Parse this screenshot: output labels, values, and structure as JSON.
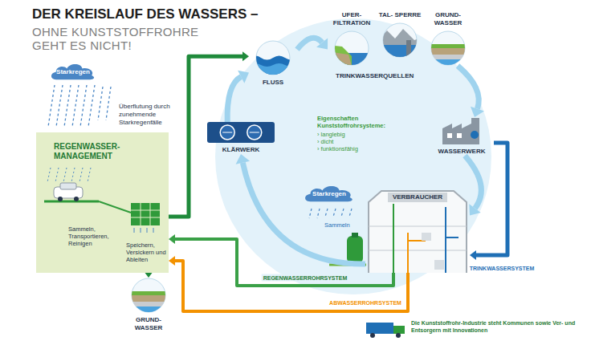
{
  "diagram": {
    "title": "DER KREISLAUF DES WASSERS –",
    "nodes": [
      {
        "text": [
          "Starkregen"
        ]
      },
      {
        "text": [
          "UFER- FILTRATION"
        ]
      },
      {
        "text": [
          "TAL- SPERRE"
        ]
      },
      {
        "text": [
          "GRUND- WASSER"
        ]
      },
      {
        "text": [
          "FLUSS"
        ]
      },
      {
        "text": [
          "REGENWASSER- MANAGEMENT",
          "Sammeln, Transportieren, Reinigen",
          "Speichern, Versickern und Ableiten"
        ]
      },
      {
        "text": [
          "KLÄRWERK"
        ]
      },
      {
        "text": [
          "WASSERWERK"
        ]
      },
      {
        "text": [
          "Starkregen"
        ]
      },
      {
        "text": [
          "VERBRAUCHER"
        ]
      },
      {
        "text": [
          "GRUND- WASSER"
        ]
      }
    ],
    "edges": [
      {
        "from": 5,
        "to": 4,
        "arrow": "to"
      },
      {
        "from": 9,
        "to": 5,
        "label": "REGENWASSERROHRSYSTEM",
        "arrow": "to"
      },
      {
        "from": 9,
        "to": 5,
        "label": "ABWASSERROHRSYSTEM",
        "arrow": "to"
      },
      {
        "from": 5,
        "to": 10,
        "arrow": "to"
      },
      {
        "from": 7,
        "to": 9,
        "label": "TRINKWASSERSYSTEM",
        "arrow": "to"
      },
      {
        "from": 4,
        "to": 1,
        "arrow": "to"
      },
      {
        "from": 3,
        "to": 7,
        "arrow": "to"
      },
      {
        "from": 7,
        "to": 9,
        "arrow": "to"
      },
      {
        "from": 9,
        "to": 6,
        "arrow": "to"
      },
      {
        "from": 6,
        "to": 4,
        "arrow": "to"
      }
    ],
    "labels": [
      "OHNE KUNSTSTOFFROHRE GEHT ES NICHT!",
      "Überflutung durch zunehmende Starkregenfälle",
      "TRINKWASSERQUELLEN",
      "Eigenschaften Kunststoffrohrsysteme:",
      "› langlebig",
      "› dicht",
      "› funktionsfähig",
      "Sammeln",
      "Die Kunststoffrohr-Industrie steht Kommunen sowie Ver- und Entsorgern mit Innovationen"
    ]
  }
}
